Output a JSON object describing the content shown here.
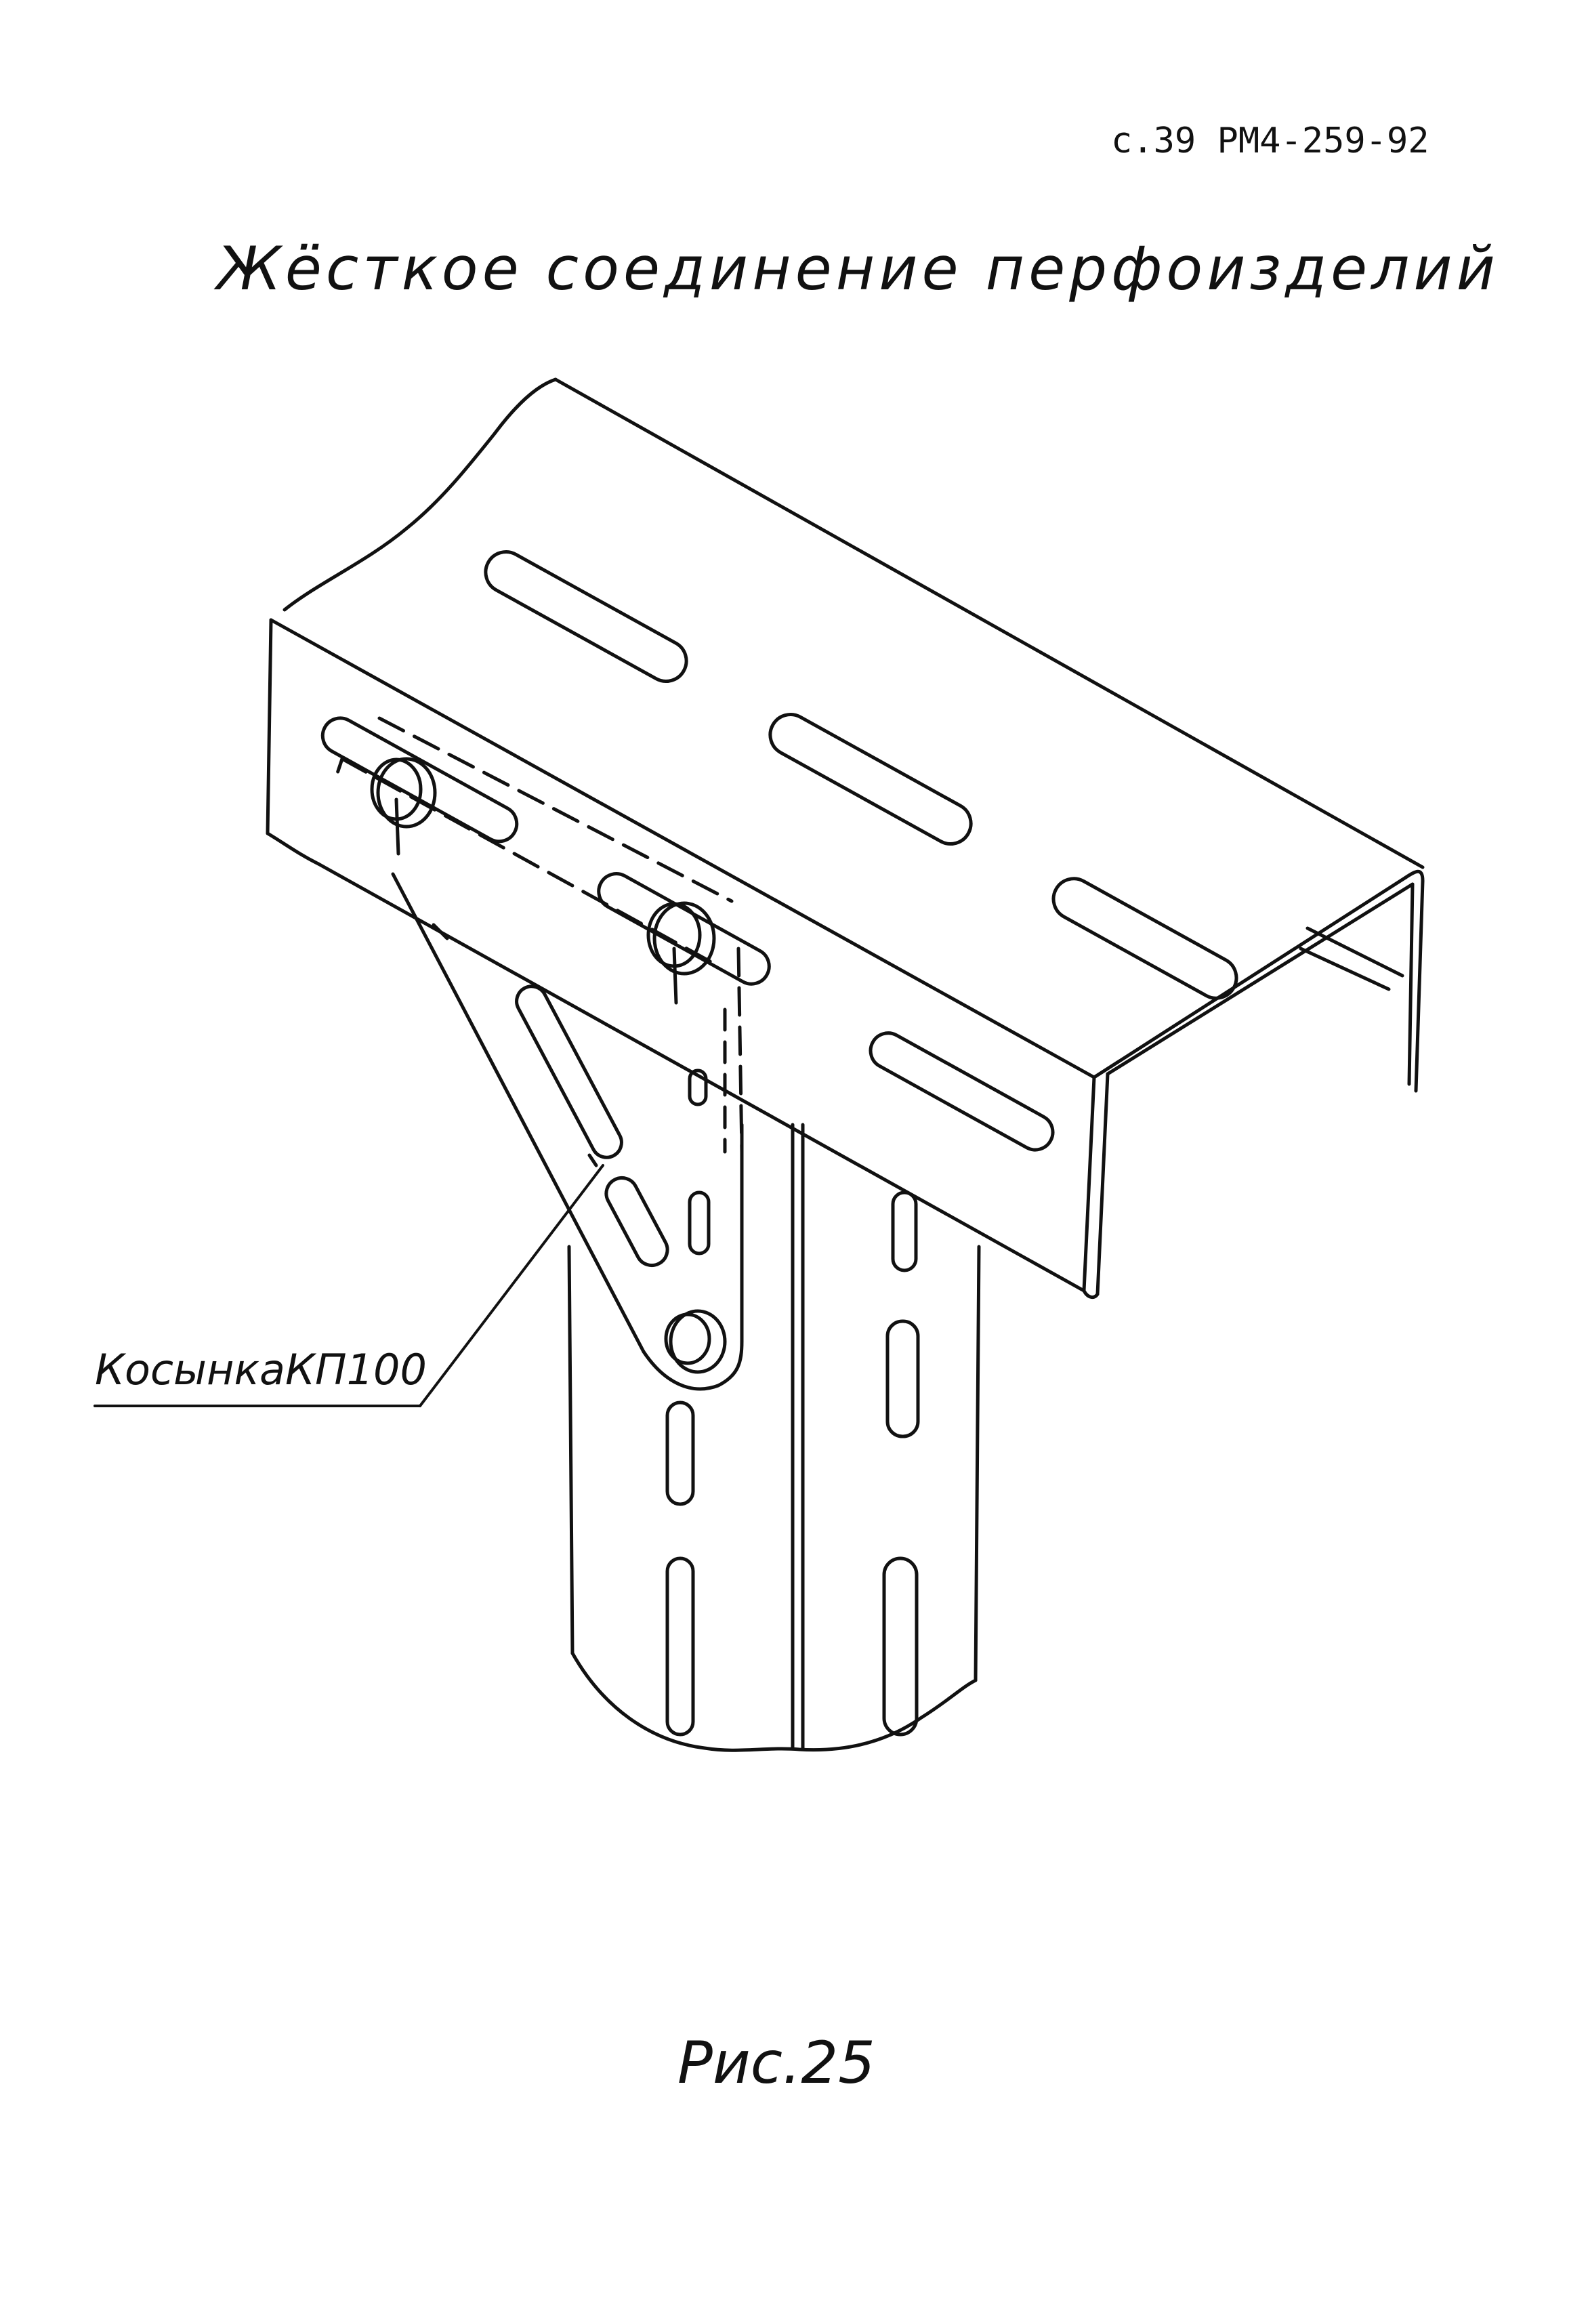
{
  "header": {
    "page_code": "с.39 РМ4-259-92"
  },
  "title": "Жёсткое соединение перфоизделий",
  "drawing": {
    "callout_label": "КосынкаКП100",
    "caption": "Рис.25"
  }
}
